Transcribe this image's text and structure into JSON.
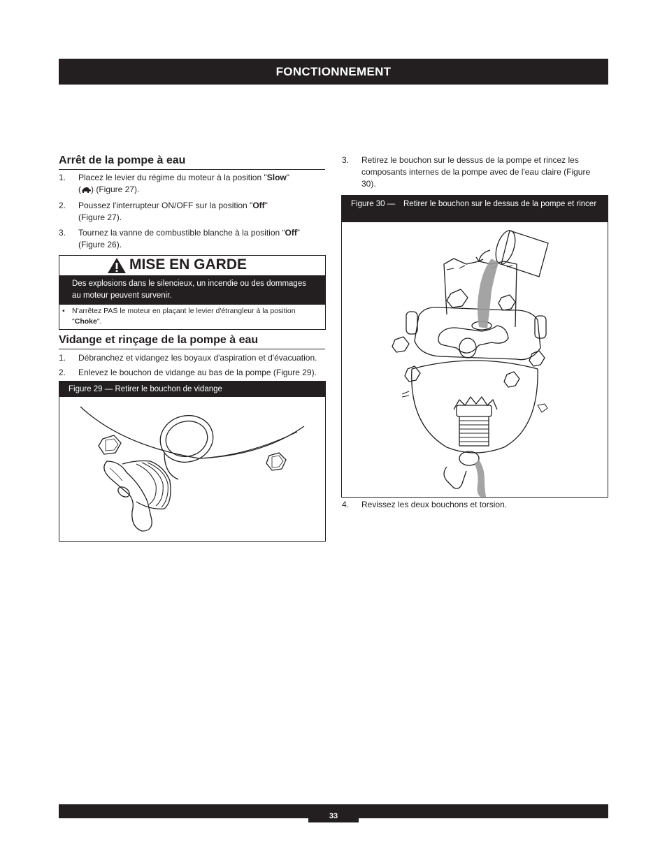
{
  "header": {
    "title": "FONCTIONNEMENT"
  },
  "section1": {
    "title": "Arrêt de la pompe à eau",
    "steps": [
      {
        "num": "1.",
        "pre": "Placez le levier du régime du moteur à la position \"",
        "bold": "Slow",
        "post": "\"",
        "line2_pre": "(",
        "line2_post": ") (Figure 27)."
      },
      {
        "num": "2.",
        "pre": "Poussez l'interrupteur ON/OFF sur la position \"",
        "bold": "Off",
        "post": "\"",
        "line2": "(Figure 27)."
      },
      {
        "num": "3.",
        "pre": "Tournez la vanne de combustible blanche à la position “",
        "bold": "Off",
        "post": "”",
        "line2": "(Figure 26)."
      }
    ]
  },
  "warning": {
    "title": "MISE EN GARDE",
    "message": "Des explosions dans le silencieux, un incendie ou des dommages au moteur peuvent survenir.",
    "bullet": "•",
    "bullet_pre": "N'arrêtez PAS le moteur en plaçant le levier d'étrangleur à la position \"",
    "bullet_bold": "Choke",
    "bullet_post": "\"."
  },
  "section2": {
    "title": "Vidange et rinçage de la pompe à eau",
    "steps": [
      {
        "num": "1.",
        "text": "Débranchez et vidangez les boyaux d'aspiration et d'évacuation."
      },
      {
        "num": "2.",
        "text": "Enlevez le bouchon de vidange au bas de la pompe (Figure 29)."
      }
    ]
  },
  "figure29": {
    "caption": "Figure 29 — Retirer le bouchon de vidange"
  },
  "right": {
    "step3": {
      "num": "3.",
      "text": "Retirez le bouchon sur le dessus de la pompe et rincez les composants internes de la pompe avec de l'eau claire (Figure 30)."
    },
    "step4": {
      "num": "4.",
      "text": "Revissez les deux bouchons et torsion."
    }
  },
  "figure30": {
    "caption_prefix": "Figure 30 — ",
    "caption_text": "Retirer le bouchon sur le dessus de la pompe et rincer"
  },
  "footer": {
    "page": "33"
  },
  "icons": {
    "warning": "warning-triangle-icon",
    "slow": "turtle-icon"
  },
  "colors": {
    "dark": "#231f20",
    "water": "#9a9a9a"
  }
}
